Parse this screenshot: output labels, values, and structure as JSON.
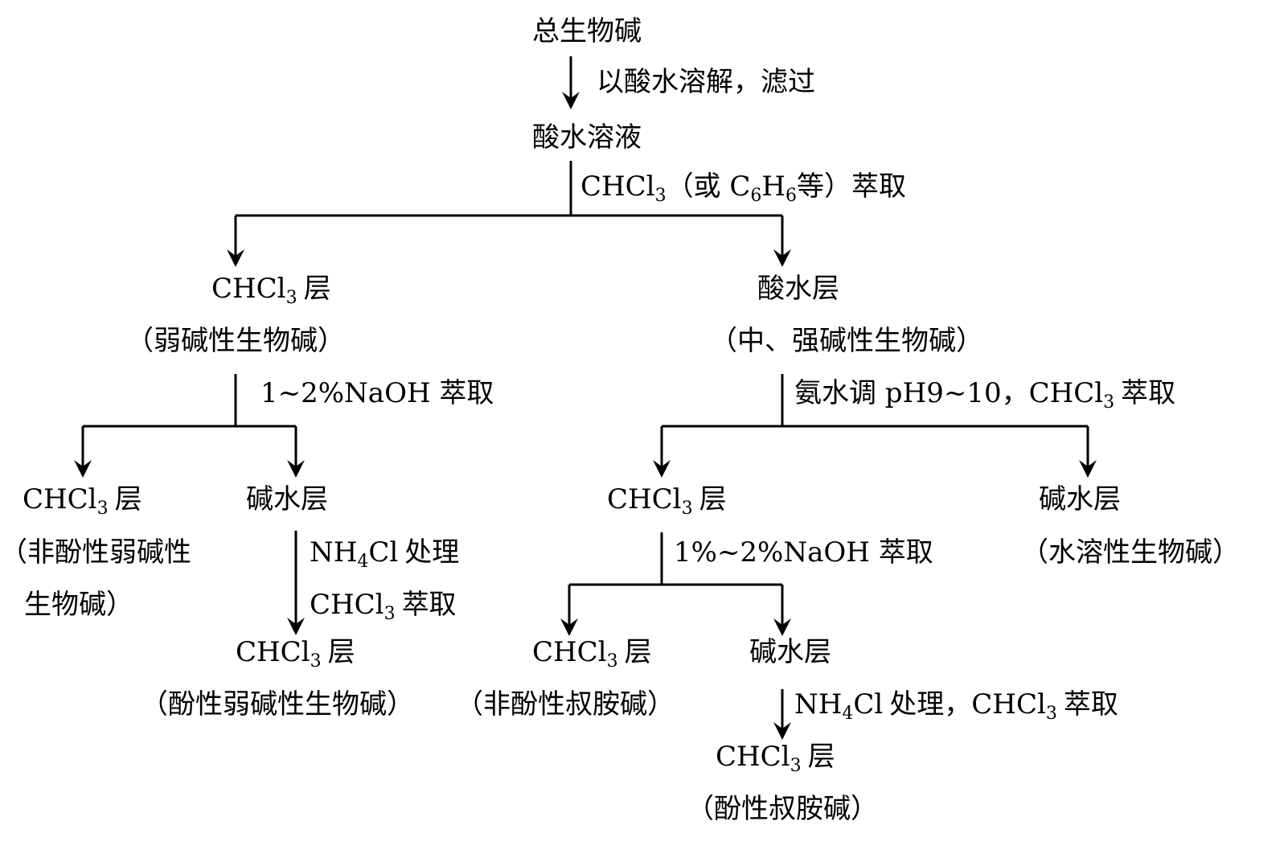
{
  "nodes": {
    "total_alkaloids": "总生物碱",
    "acid_solution": "酸水溶液",
    "l1_chcl3_layer": "层",
    "l1_chcl3_desc": "（弱碱性生物碱）",
    "l1_acid_layer": "酸水层",
    "l1_acid_desc": "（中、强碱性生物碱）",
    "l2a_chcl3_layer": "层",
    "l2a_chcl3_desc_1": "（非酚性弱碱性",
    "l2a_chcl3_desc_2": "生物碱）",
    "l2a_base_layer": "碱水层",
    "l2a_final_layer": "层",
    "l2a_final_desc": "（酚性弱碱性生物碱）",
    "l2b_chcl3_layer": "层",
    "l2b_base_layer": "碱水层",
    "l2b_base_desc": "（水溶性生物碱）",
    "l3_chcl3_layer": "层",
    "l3_chcl3_desc": "（非酚性叔胺碱）",
    "l3_base_layer": "碱水层",
    "l3_final_layer": "层",
    "l3_final_desc": "（酚性叔胺碱）"
  },
  "steps": {
    "dissolve": "以酸水溶解，滤过",
    "extract1_suffix": "等）萃取",
    "naoh_left": "1~2%NaOH 萃取",
    "ammonia_prefix": "氨水调 pH9~10，",
    "ammonia_suffix": "萃取",
    "nh4cl_left_suffix": "处理",
    "chcl3_extract_suffix": "萃取",
    "naoh_right": "1%~2%NaOH 萃取",
    "nh4cl_right_mid": "处理，",
    "nh4cl_right_suffix": "萃取"
  },
  "chem": {
    "chcl": "CHCl",
    "sub3": "3",
    "paren_open": "（或 C",
    "c6h6_h": "H",
    "sub6": "6",
    "nh": "NH",
    "sub4": "4",
    "cl": "Cl"
  }
}
